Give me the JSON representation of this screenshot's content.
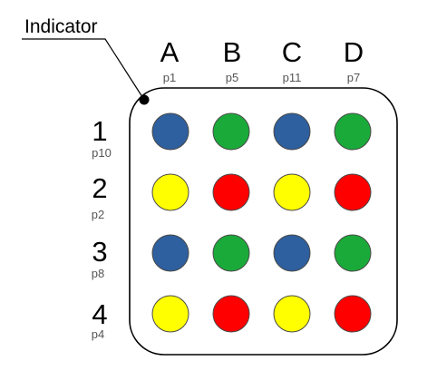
{
  "indicator_label": "Indicator",
  "columns": [
    {
      "letter": "A",
      "pin": "p1"
    },
    {
      "letter": "B",
      "pin": "p5"
    },
    {
      "letter": "C",
      "pin": "p11"
    },
    {
      "letter": "D",
      "pin": "p7"
    }
  ],
  "rows": [
    {
      "number": "1",
      "pin": "p10"
    },
    {
      "number": "2",
      "pin": "p2"
    },
    {
      "number": "3",
      "pin": "p8"
    },
    {
      "number": "4",
      "pin": "p4"
    }
  ],
  "colors": {
    "blue": "#2e5f9e",
    "green": "#1aaa39",
    "yellow": "#ffff00",
    "red": "#ff0000"
  },
  "grid": [
    [
      "blue",
      "green",
      "blue",
      "green"
    ],
    [
      "yellow",
      "red",
      "yellow",
      "red"
    ],
    [
      "blue",
      "green",
      "blue",
      "green"
    ],
    [
      "yellow",
      "red",
      "yellow",
      "red"
    ]
  ]
}
